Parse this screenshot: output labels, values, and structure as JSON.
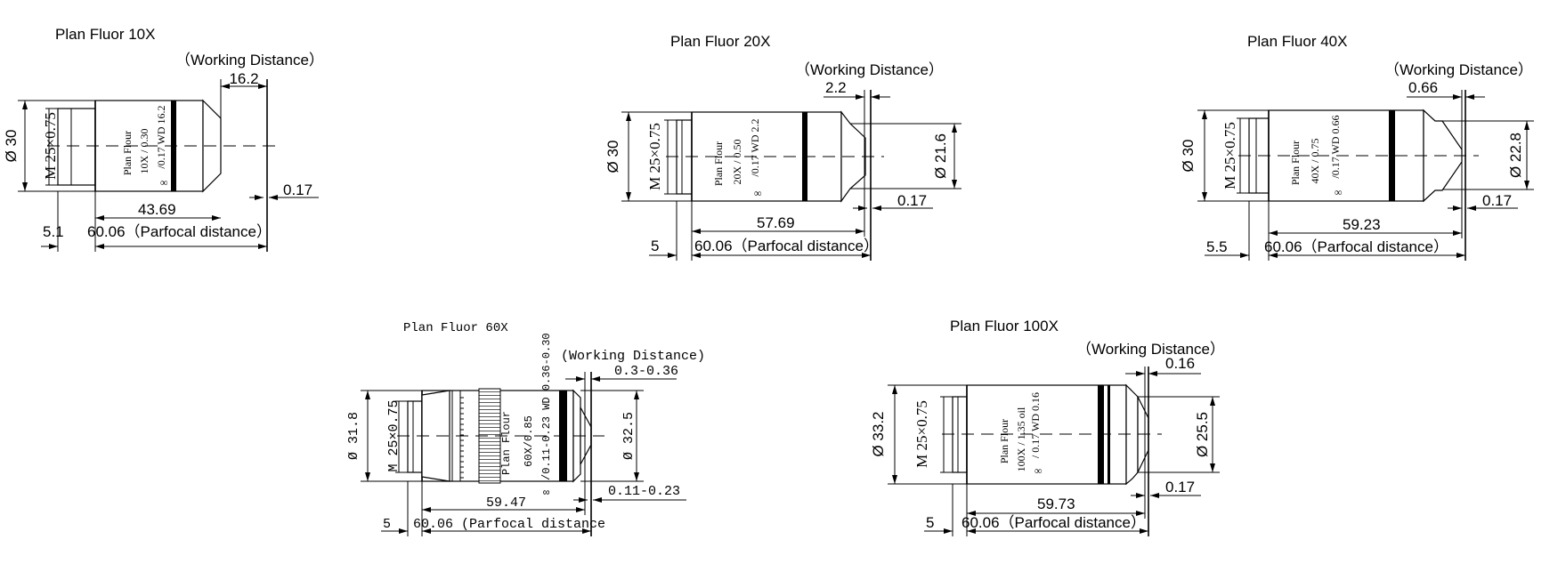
{
  "objectives": [
    {
      "title": "Plan Fluor 10X",
      "working_distance_label": "（Working Distance）",
      "wd": "16.2",
      "cover": "0.17",
      "diameter": "Ø 30",
      "thread": "M 25×0.75",
      "front_diameter": null,
      "length": "43.69",
      "thread_len": "5.1",
      "parfocal_label": "60.06（Parfocal distance）",
      "engraving": [
        "Plan Flour",
        "10X / 0.30",
        "/0.17 WD 16.2",
        "∞"
      ]
    },
    {
      "title": "Plan Fluor 20X",
      "working_distance_label": "（Working Distance）",
      "wd": "2.2",
      "cover": "0.17",
      "diameter": "Ø 30",
      "thread": "M 25×0.75",
      "front_diameter": "Ø 21.6",
      "length": "57.69",
      "thread_len": "5",
      "parfocal_label": "60.06（Parfocal distance）",
      "engraving": [
        "Plan Flour",
        "20X / 0.50",
        "/0.17 WD 2.2",
        "∞"
      ]
    },
    {
      "title": "Plan Fluor 40X",
      "working_distance_label": "（Working Distance）",
      "wd": "0.66",
      "cover": "0.17",
      "diameter": "Ø 30",
      "thread": "M 25×0.75",
      "front_diameter": "Ø 22.8",
      "length": "59.23",
      "thread_len": "5.5",
      "parfocal_label": "60.06（Parfocal distance）",
      "engraving": [
        "Plan Flour",
        "40X / 0.75",
        "/0.17 WD 0.66",
        "∞"
      ]
    },
    {
      "title": "Plan Fluor 60X",
      "working_distance_label": "(Working Distance)",
      "wd": "0.3-0.36",
      "cover": "0.11-0.23",
      "diameter": "Ø 31.8",
      "thread": "M 25×0.75",
      "front_diameter": "Ø 32.5",
      "length": "59.47",
      "thread_len": "5",
      "parfocal_label": "60.06 (Parfocal distance",
      "engraving": [
        "Plan Flour",
        "60X/0.85",
        "/0.11-0.23 WD 0.36-0.30",
        "∞"
      ]
    },
    {
      "title": "Plan Fluor 100X",
      "working_distance_label": "（Working Distance）",
      "wd": "0.16",
      "cover": "0.17",
      "diameter": "Ø 33.2",
      "thread": "M 25×0.75",
      "front_diameter": "Ø 25.5",
      "length": "59.73",
      "thread_len": "5",
      "parfocal_label": "60.06（Parfocal distance）",
      "engraving": [
        "Plan Flour",
        "100X / 1.35 oil",
        "/ 0.17 WD 0.16",
        "∞"
      ]
    }
  ]
}
